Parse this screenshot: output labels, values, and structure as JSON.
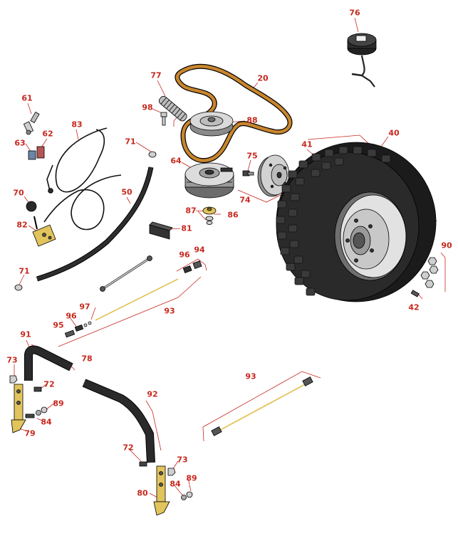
{
  "colors": {
    "callout": "#c8281e",
    "leader": "#c8281e",
    "belt": "#c9862e",
    "brass": "#e2c45c",
    "rubber": "#1f1f1f",
    "steel": "#d6d6d6",
    "outline": "#000000"
  },
  "callouts": {
    "c76": "76",
    "c77": "77",
    "c20": "20",
    "c98": "98",
    "c88": "88",
    "c61": "61",
    "c83": "83",
    "c62": "62",
    "c63": "63",
    "c71a": "71",
    "c64": "64",
    "c75": "75",
    "c41": "41",
    "c40": "40",
    "c70": "70",
    "c50": "50",
    "c74": "74",
    "c82": "82",
    "c87": "87",
    "c86": "86",
    "c81": "81",
    "c96a": "96",
    "c94": "94",
    "c71b": "71",
    "c90": "90",
    "c93a": "93",
    "c97": "97",
    "c96b": "96",
    "c95": "95",
    "c42": "42",
    "c91": "91",
    "c78": "78",
    "c73a": "73",
    "c72a": "72",
    "c92": "92",
    "c89a": "89",
    "c84a": "84",
    "c79": "79",
    "c93b": "93",
    "c72b": "72",
    "c73b": "73",
    "c89b": "89",
    "c80": "80",
    "c84b": "84"
  },
  "parts": {
    "drive_belt": "belt",
    "wheel_assembly": "wheel",
    "tire": "tire"
  }
}
